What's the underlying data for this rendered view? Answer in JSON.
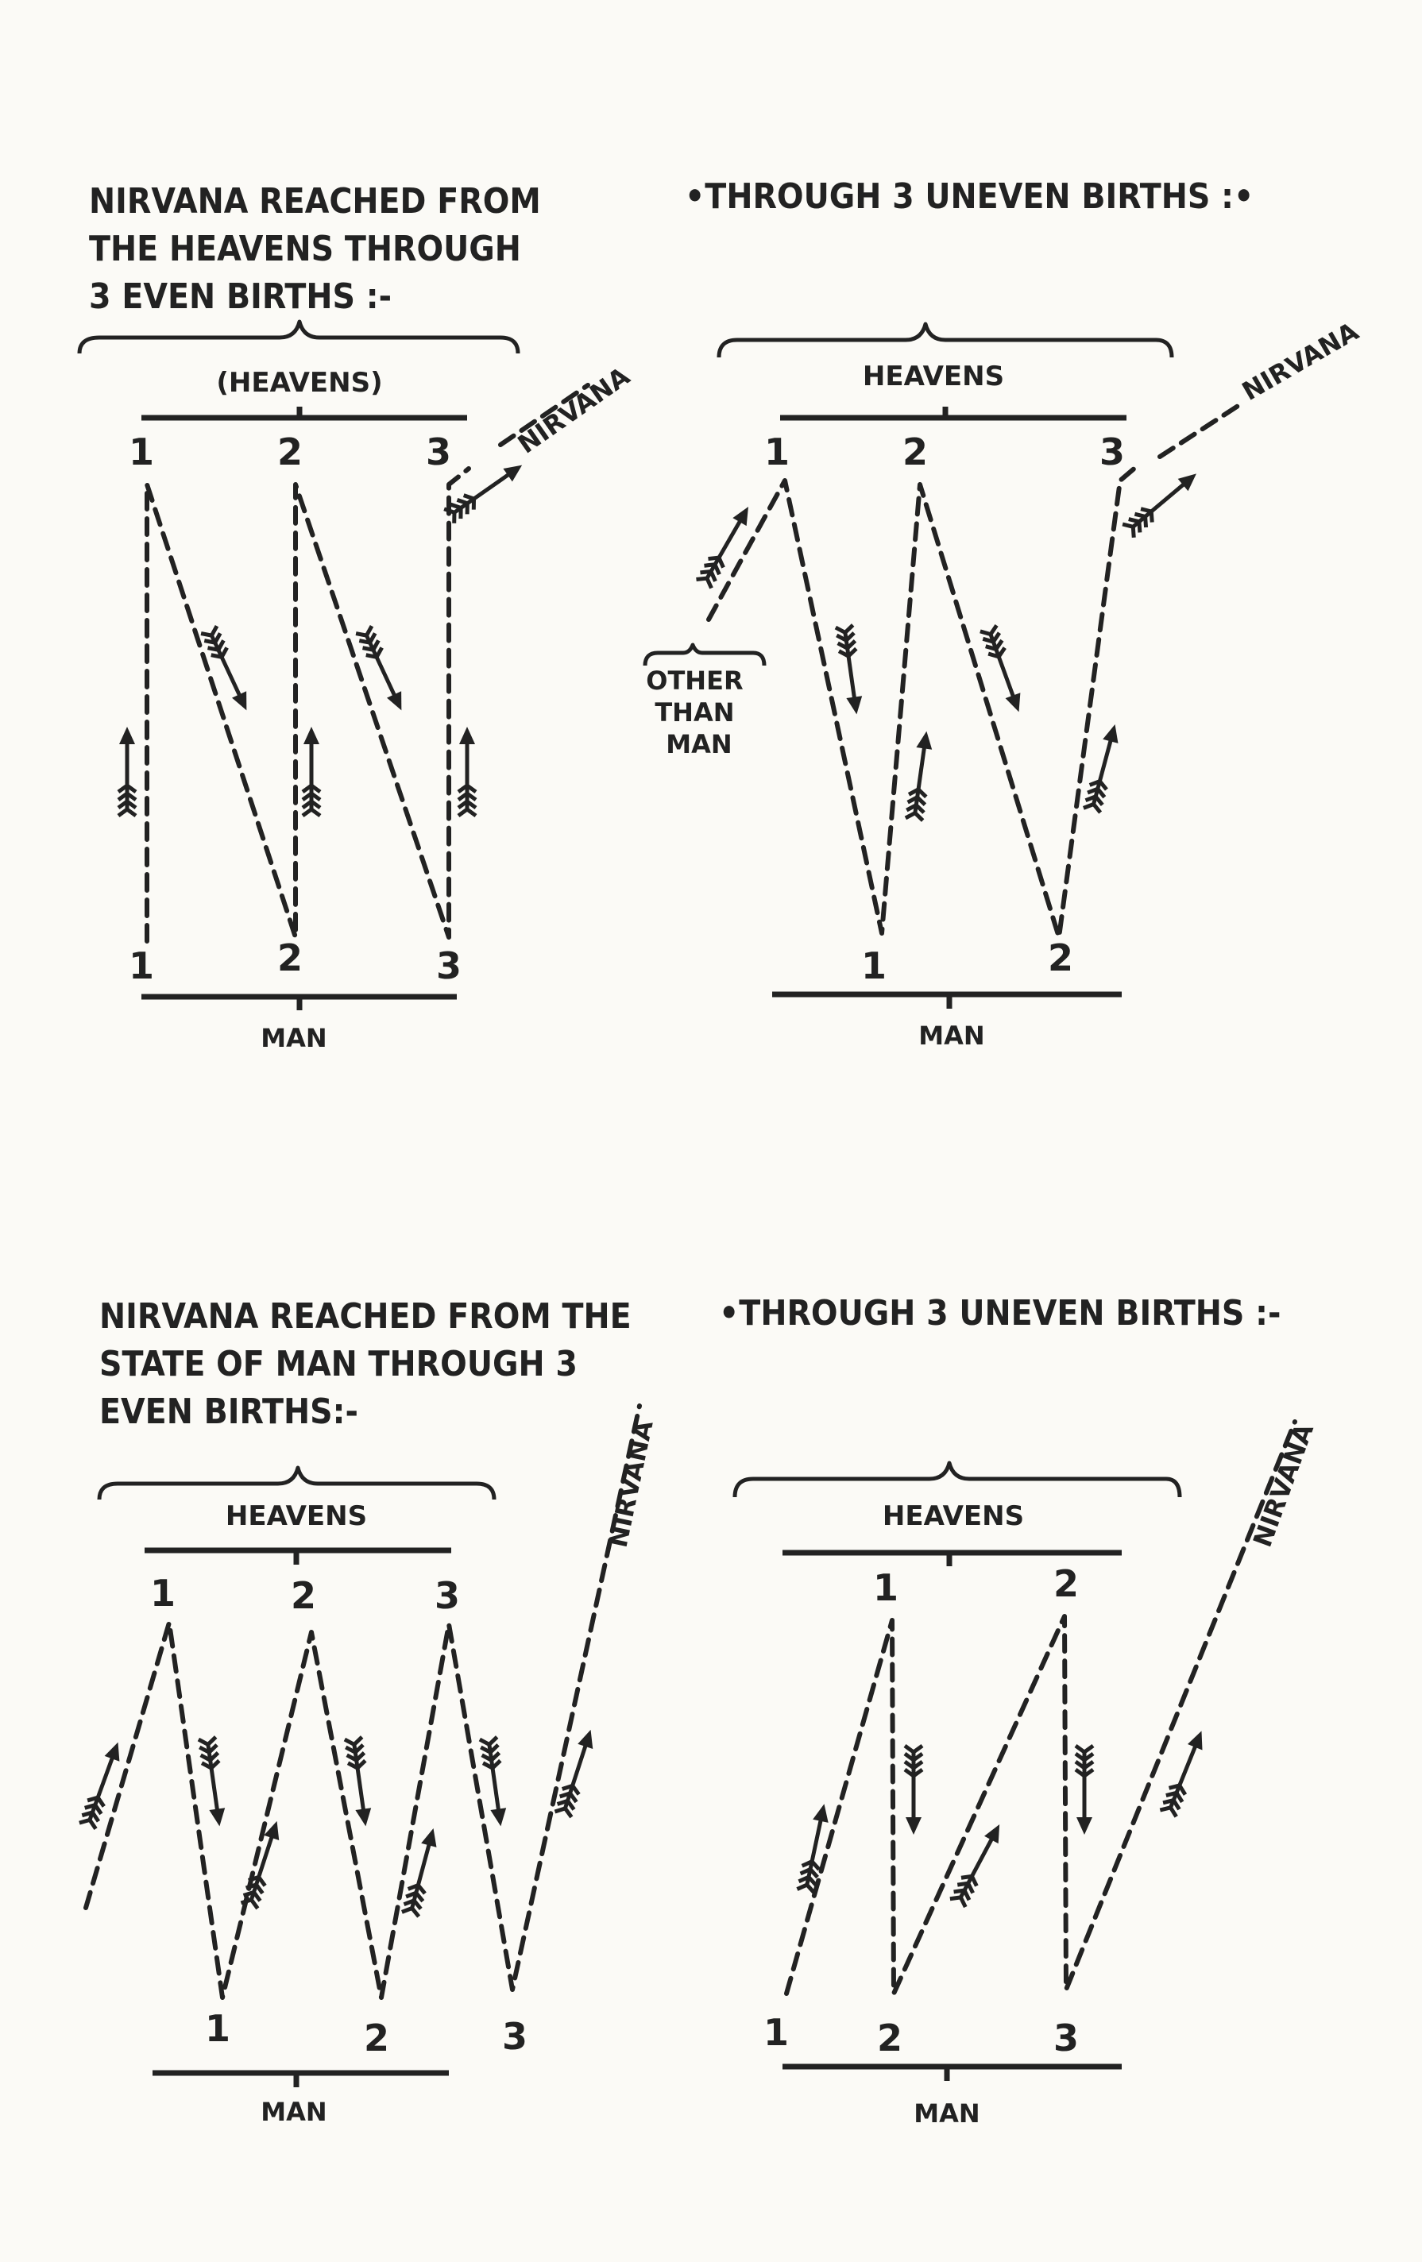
{
  "panels": [
    {
      "title_lines": [
        "NIRVANA REACHED FROM",
        "THE HEAVENS THROUGH",
        "3 EVEN BIRTHS :-"
      ],
      "top_label": "(HEAVENS)",
      "bottom_label": "MAN",
      "top_numbers": [
        "1",
        "2",
        "3"
      ],
      "bottom_numbers": [
        "1",
        "2",
        "3"
      ],
      "nirvana_label": "NIRVANA"
    },
    {
      "title_lines": [
        "•THROUGH 3 UNEVEN BIRTHS :•"
      ],
      "top_label": "HEAVENS",
      "bottom_label": "MAN",
      "top_numbers": [
        "1",
        "2",
        "3"
      ],
      "bottom_numbers": [
        "1",
        "2"
      ],
      "nirvana_label": "NIRVANA",
      "side_label_lines": [
        "OTHER",
        "THAN",
        "MAN"
      ]
    },
    {
      "title_lines": [
        "NIRVANA REACHED FROM THE",
        "STATE OF MAN THROUGH 3",
        "EVEN BIRTHS:-"
      ],
      "top_label": "HEAVENS",
      "bottom_label": "MAN",
      "top_numbers": [
        "1",
        "2",
        "3"
      ],
      "bottom_numbers": [
        "1",
        "2",
        "3"
      ],
      "nirvana_label": "NIRVANA"
    },
    {
      "title_lines": [
        "•THROUGH 3 UNEVEN BIRTHS :-"
      ],
      "top_label": "HEAVENS",
      "bottom_label": "MAN",
      "top_numbers": [
        "1",
        "2"
      ],
      "bottom_numbers": [
        "1",
        "2",
        "3"
      ],
      "nirvana_label": "NIRVANA"
    }
  ]
}
